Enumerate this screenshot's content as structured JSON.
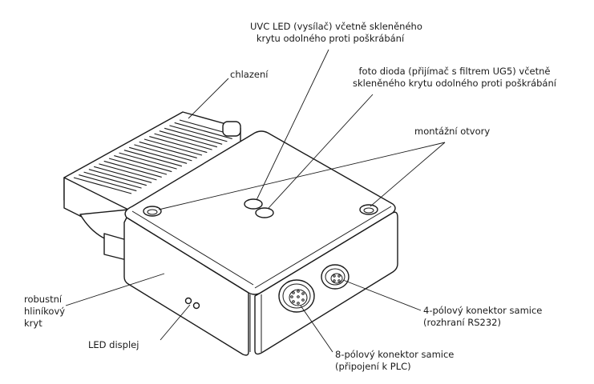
{
  "labels": {
    "uvc_led": [
      "UVC LED (vysílač) včetně skleněného",
      "krytu odolného proti poškrábání"
    ],
    "photodiode": [
      "foto dioda (přijímač s filtrem UG5) včetně",
      "skleněného krytu odolného proti poškrábání"
    ],
    "cooling": "chlazení",
    "mounting_holes": "montážní otvory",
    "housing": [
      "robustní",
      "hliníkový",
      "kryt"
    ],
    "led_display": "LED displej",
    "connector_4pin": [
      "4-pólový konektor samice",
      "(rozhraní RS232)"
    ],
    "connector_8pin": [
      "8-pólový konektor samice",
      "(připojení k PLC)"
    ]
  }
}
